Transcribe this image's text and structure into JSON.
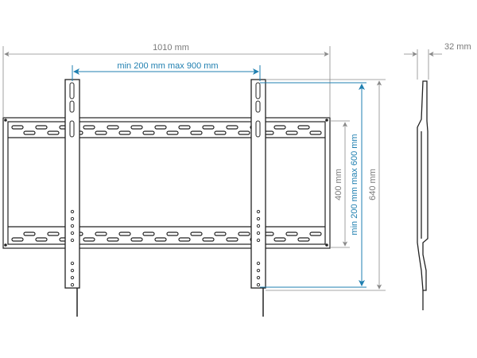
{
  "dimensions": {
    "total_width": "1010 mm",
    "horizontal_vesa": "min 200 mm max 900 mm",
    "frame_height": "400 mm",
    "vertical_vesa": "min 200 mm max 600 mm",
    "total_height": "640 mm",
    "depth": "32 mm"
  },
  "colors": {
    "dimension_gray": "#8a8a8a",
    "vesa_blue": "#1f7fb0",
    "outline": "#222222"
  }
}
